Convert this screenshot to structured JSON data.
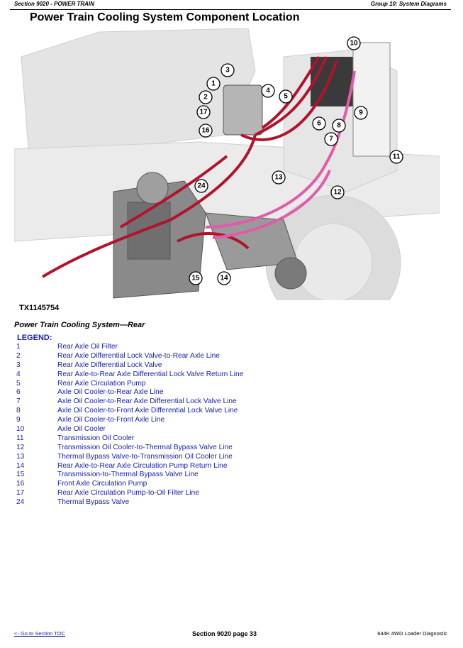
{
  "header": {
    "section": "Section 9020 - POWER TRAIN",
    "group": "Group 10: System Diagrams"
  },
  "page_title": "Power Train Cooling System Component Location",
  "figure": {
    "code": "TX1145754",
    "caption": "Power Train Cooling System—Rear",
    "callouts": [
      "10",
      "3",
      "1",
      "4",
      "2",
      "5",
      "17",
      "9",
      "6",
      "8",
      "16",
      "7",
      "11",
      "13",
      "12",
      "24",
      "15",
      "14"
    ]
  },
  "legend": {
    "title": "LEGEND:",
    "items": [
      {
        "num": "1",
        "text": "Rear Axle Oil Filter"
      },
      {
        "num": "2",
        "text": "Rear Axle Differential Lock Valve-to-Rear Axle Line"
      },
      {
        "num": "3",
        "text": "Rear Axle Differential Lock Valve"
      },
      {
        "num": "4",
        "text": "Rear Axle-to-Rear Axle Differential Lock Valve Return Line"
      },
      {
        "num": "5",
        "text": "Rear Axle Circulation Pump"
      },
      {
        "num": "6",
        "text": "Axle Oil Cooler-to-Rear Axle Line"
      },
      {
        "num": "7",
        "text": "Axle Oil Cooler-to-Rear Axle Differential Lock Valve Line"
      },
      {
        "num": "8",
        "text": "Axle Oil Cooler-to-Front Axle Differential Lock Valve Line"
      },
      {
        "num": "9",
        "text": "Axle Oil Cooler-to-Front Axle Line"
      },
      {
        "num": "10",
        "text": "Axle Oil Cooler"
      },
      {
        "num": "11",
        "text": "Transmission Oil Cooler"
      },
      {
        "num": "12",
        "text": "Transmission Oil Cooler-to-Thermal Bypass Valve Line"
      },
      {
        "num": "13",
        "text": "Thermal Bypass Valve-to-Transmission Oil Cooler Line"
      },
      {
        "num": "14",
        "text": "Rear Axle-to-Rear Axle Circulation Pump Return Line"
      },
      {
        "num": "15",
        "text": "Transmission-to-Thermal Bypass Valve Line"
      },
      {
        "num": "16",
        "text": "Front Axle Circulation Pump"
      },
      {
        "num": "17",
        "text": "Rear Axle Circulation Pump-to-Oil Filter Line"
      },
      {
        "num": "24",
        "text": "Thermal Bypass Valve"
      }
    ]
  },
  "footer": {
    "toc_link": "<- Go to Section TOC",
    "page": "Section 9020 page 33",
    "model": "644K 4WD Loader Diagnostic"
  }
}
